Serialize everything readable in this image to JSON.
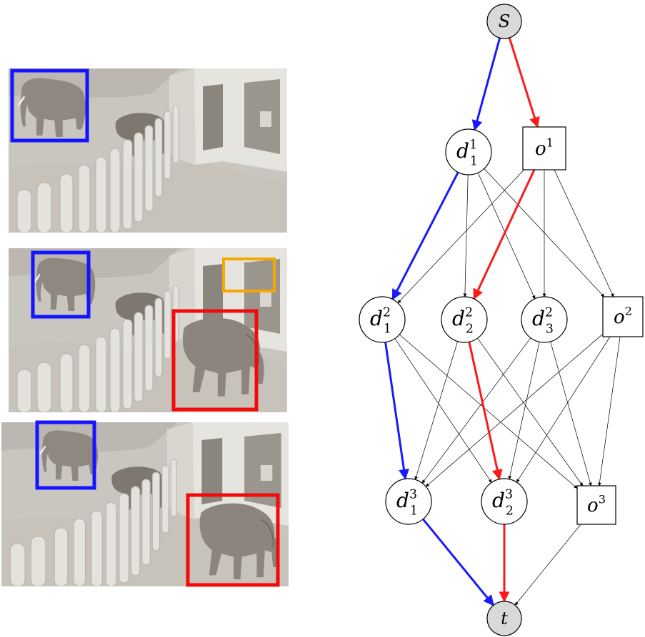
{
  "frames": [
    {
      "boxes": [
        {
          "color": "#1414ff",
          "role": "blue-detection"
        }
      ]
    },
    {
      "boxes": [
        {
          "color": "#1414ff",
          "role": "blue-detection"
        },
        {
          "color": "#f5a800",
          "role": "orange-detection"
        },
        {
          "color": "#f50a0a",
          "role": "red-detection"
        }
      ]
    },
    {
      "boxes": [
        {
          "color": "#1414ff",
          "role": "blue-detection"
        },
        {
          "color": "#f50a0a",
          "role": "red-detection"
        }
      ]
    }
  ],
  "graph": {
    "source": {
      "label": "S"
    },
    "sink": {
      "label": "t"
    },
    "layers": [
      {
        "nodes": [
          {
            "id": "d1_1",
            "shape": "circle",
            "base": "d",
            "sup": "1",
            "sub": "1"
          },
          {
            "id": "o1",
            "shape": "square",
            "base": "o",
            "sup": "1",
            "sub": ""
          }
        ]
      },
      {
        "nodes": [
          {
            "id": "d2_1",
            "shape": "circle",
            "base": "d",
            "sup": "2",
            "sub": "1"
          },
          {
            "id": "d2_2",
            "shape": "circle",
            "base": "d",
            "sup": "2",
            "sub": "2"
          },
          {
            "id": "d2_3",
            "shape": "circle",
            "base": "d",
            "sup": "2",
            "sub": "3"
          },
          {
            "id": "o2",
            "shape": "square",
            "base": "o",
            "sup": "2",
            "sub": ""
          }
        ]
      },
      {
        "nodes": [
          {
            "id": "d3_1",
            "shape": "circle",
            "base": "d",
            "sup": "3",
            "sub": "1"
          },
          {
            "id": "d3_2",
            "shape": "circle",
            "base": "d",
            "sup": "3",
            "sub": "2"
          },
          {
            "id": "o3",
            "shape": "square",
            "base": "o",
            "sup": "3",
            "sub": ""
          }
        ]
      }
    ],
    "blue_path": [
      "S",
      "d1_1",
      "d2_1",
      "d3_1",
      "t"
    ],
    "red_path": [
      "S",
      "o1",
      "d2_2",
      "d3_2",
      "t"
    ],
    "colors": {
      "blue": "#1a1aff",
      "red": "#ff1a1a",
      "edge": "#000000",
      "terminal_fill": "#d9d9d9"
    }
  }
}
